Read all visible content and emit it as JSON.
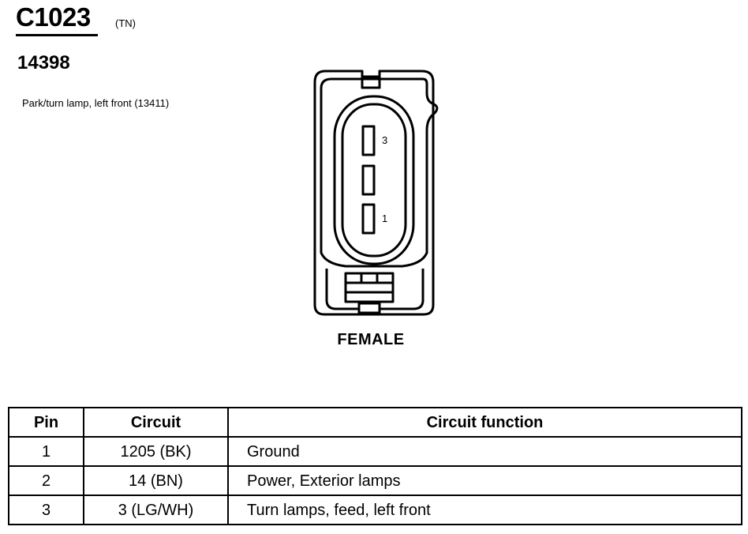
{
  "header": {
    "connector_id": "C1023",
    "color_code": "(TN)",
    "part_number": "14398",
    "description": "Park/turn lamp, left front (13411)"
  },
  "diagram": {
    "view": "FEMALE",
    "cavity_labels": [
      "3",
      "1"
    ]
  },
  "table": {
    "headers": {
      "pin": "Pin",
      "circuit": "Circuit",
      "function": "Circuit function"
    },
    "rows": [
      {
        "pin": "1",
        "circuit": "1205 (BK)",
        "function": "Ground"
      },
      {
        "pin": "2",
        "circuit": "14 (BN)",
        "function": "Power, Exterior lamps"
      },
      {
        "pin": "3",
        "circuit": "3 (LG/WH)",
        "function": "Turn lamps, feed, left front"
      }
    ]
  }
}
